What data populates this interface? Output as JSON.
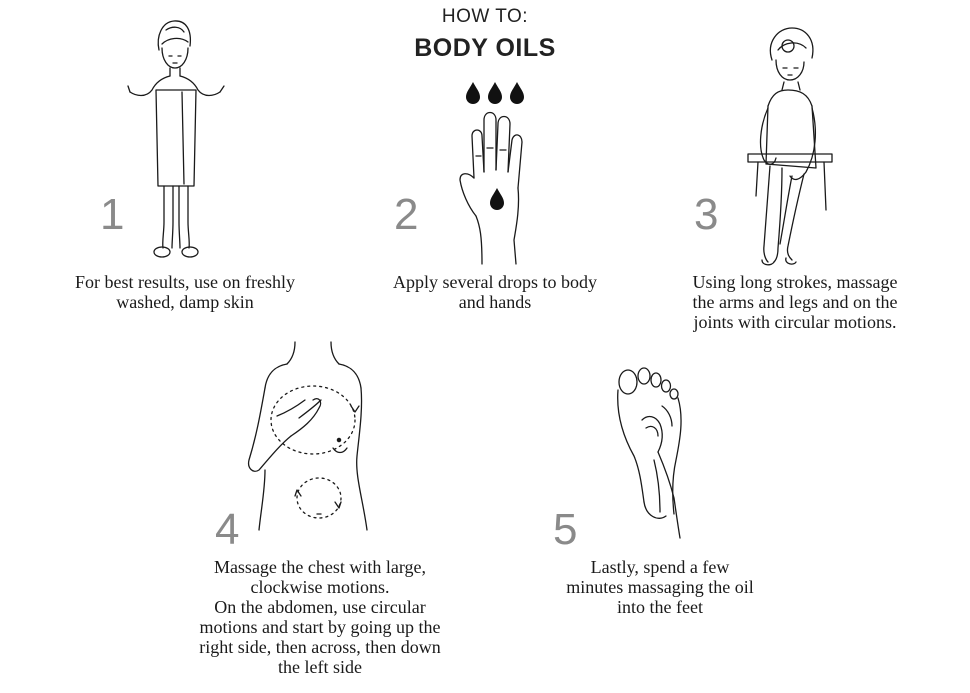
{
  "header": {
    "kicker": "HOW TO:",
    "title": "BODY OILS"
  },
  "steps": [
    {
      "number": "1",
      "lines": [
        "For best results, use on freshly",
        "washed, damp skin"
      ],
      "icon": "woman-towel-icon"
    },
    {
      "number": "2",
      "lines": [
        "Apply several drops to body",
        "and hands"
      ],
      "icon": "hand-oil-drops-icon"
    },
    {
      "number": "3",
      "lines": [
        "Using long strokes, massage",
        "the arms and legs and  on the",
        "joints with circular motions."
      ],
      "icon": "woman-massaging-legs-icon"
    },
    {
      "number": "4",
      "lines": [
        "Massage the chest with large,",
        "clockwise motions.",
        "On the abdomen, use circular",
        "motions and start by going up the",
        "right side, then across, then down",
        "the left side"
      ],
      "icon": "torso-circular-motion-icon"
    },
    {
      "number": "5",
      "lines": [
        "Lastly, spend a few",
        "minutes massaging the oil",
        "into the feet"
      ],
      "icon": "foot-massage-icon"
    }
  ],
  "colors": {
    "text": "#1a1a1a",
    "number": "#8a8a8a",
    "line": "#1a1a1a",
    "drop": "#111111"
  }
}
